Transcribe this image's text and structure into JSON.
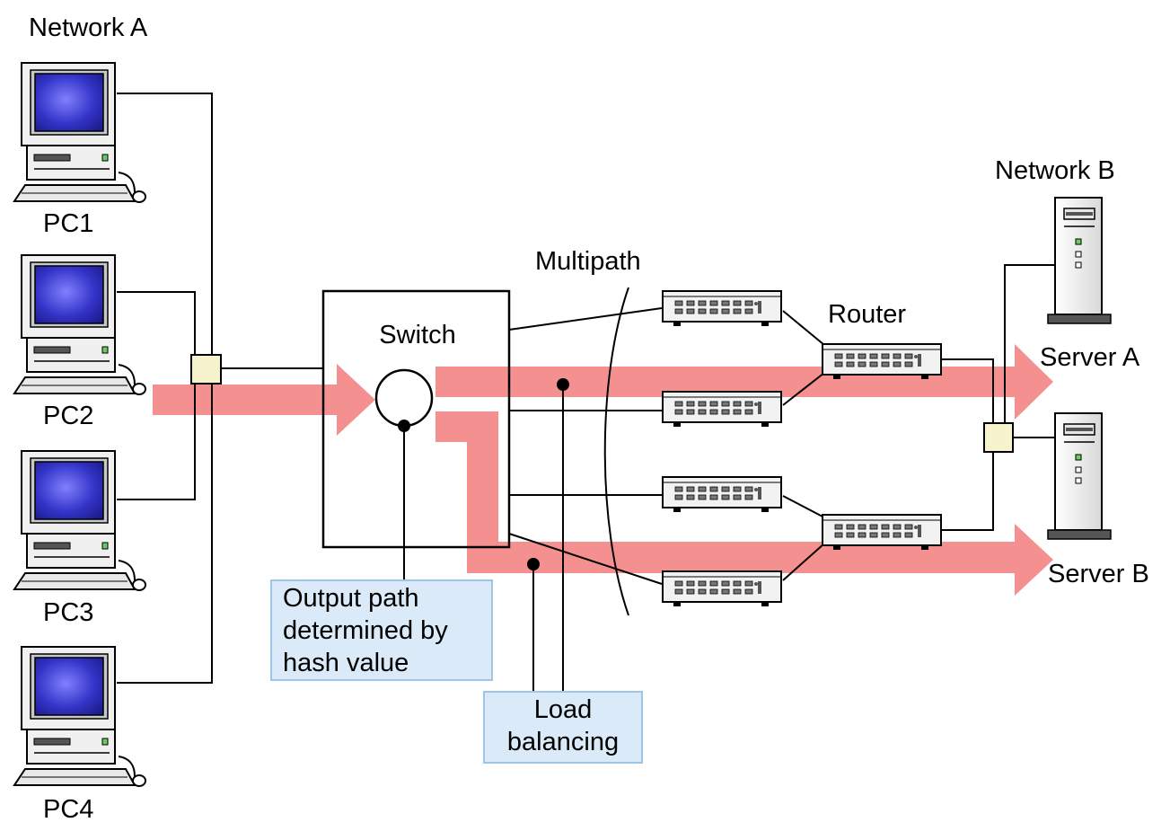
{
  "network_a": {
    "title": "Network A",
    "pcs": [
      "PC1",
      "PC2",
      "PC3",
      "PC4"
    ]
  },
  "network_b": {
    "title": "Network B",
    "servers": [
      "Server A",
      "Server B"
    ]
  },
  "switch": {
    "label": "Switch"
  },
  "router": {
    "label": "Router"
  },
  "multipath": {
    "label": "Multipath"
  },
  "notes": {
    "output_path": [
      "Output path",
      "determined by",
      "hash value"
    ],
    "load_balancing": [
      "Load",
      "balancing"
    ]
  },
  "colors": {
    "flow_arrow": "#f59090",
    "hub": "#f7f3cc",
    "note_bg": "#daeaf8",
    "note_border": "#9cc5e6",
    "monitor_screen": "#3a3ac8"
  }
}
